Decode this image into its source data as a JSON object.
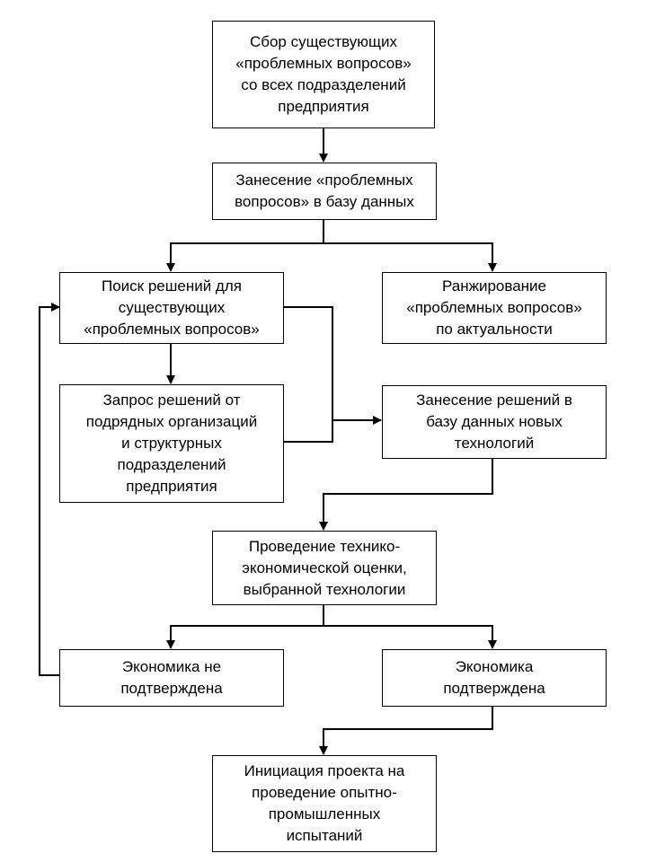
{
  "diagram": {
    "nodes": {
      "collect": "Сбор существующих\n«проблемных вопросов»\nсо всех подразделений\nпредприятия",
      "enter_db": "Занесение «проблемных\nвопросов» в базу данных",
      "search": "Поиск решений для\nсуществующих\n«проблемных вопросов»",
      "rank": "Ранжирование\n«проблемных вопросов»\nпо актуальности",
      "request": "Запрос решений от\nподрядных организаций\nи структурных\nподразделений\nпредприятия",
      "enter_solutions": "Занесение решений в\nбазу данных новых\nтехнологий",
      "evaluation": "Проведение технико-\nэкономической оценки,\nвыбранной технологии",
      "not_confirmed": "Экономика не\nподтверждена",
      "confirmed": "Экономика\nподтверждена",
      "initiation": "Инициация проекта на\nпроведение опытно-\nпромышленных\nиспытаний"
    }
  }
}
